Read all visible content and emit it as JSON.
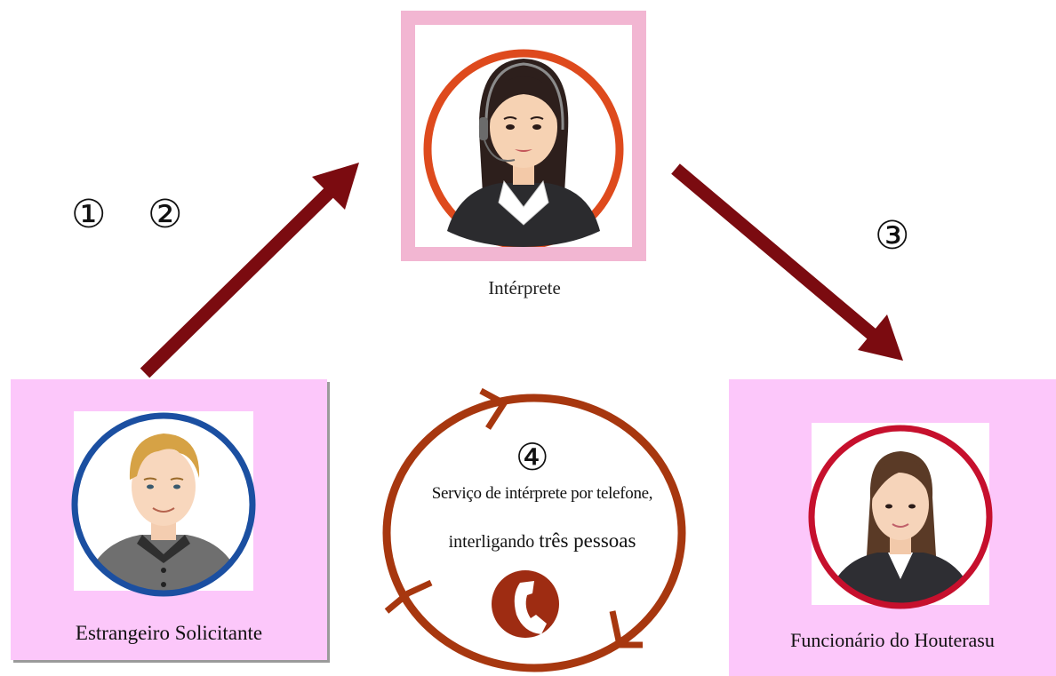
{
  "steps": {
    "one": "①",
    "two": "②",
    "three": "③",
    "four": "④"
  },
  "interpreter": {
    "label": "Intérprete"
  },
  "requester": {
    "label": "Estrangeiro Solicitante"
  },
  "staff": {
    "label": "Funcionário do Houterasu"
  },
  "service": {
    "line1": "Serviço de intérprete por telefone,",
    "line2_prefix": "interligando ",
    "line2_emphasis": "três pessoas"
  },
  "colors": {
    "arrow": "#7b0b10",
    "cycle_ring": "#a7370f",
    "phone": "#9e2c12",
    "interpreter_ring": "#de4a1d",
    "requester_ring": "#1b4fa1",
    "staff_ring": "#c6102d",
    "card_pink": "#fcc7fa",
    "interpreter_card": "#f2b6d2"
  }
}
